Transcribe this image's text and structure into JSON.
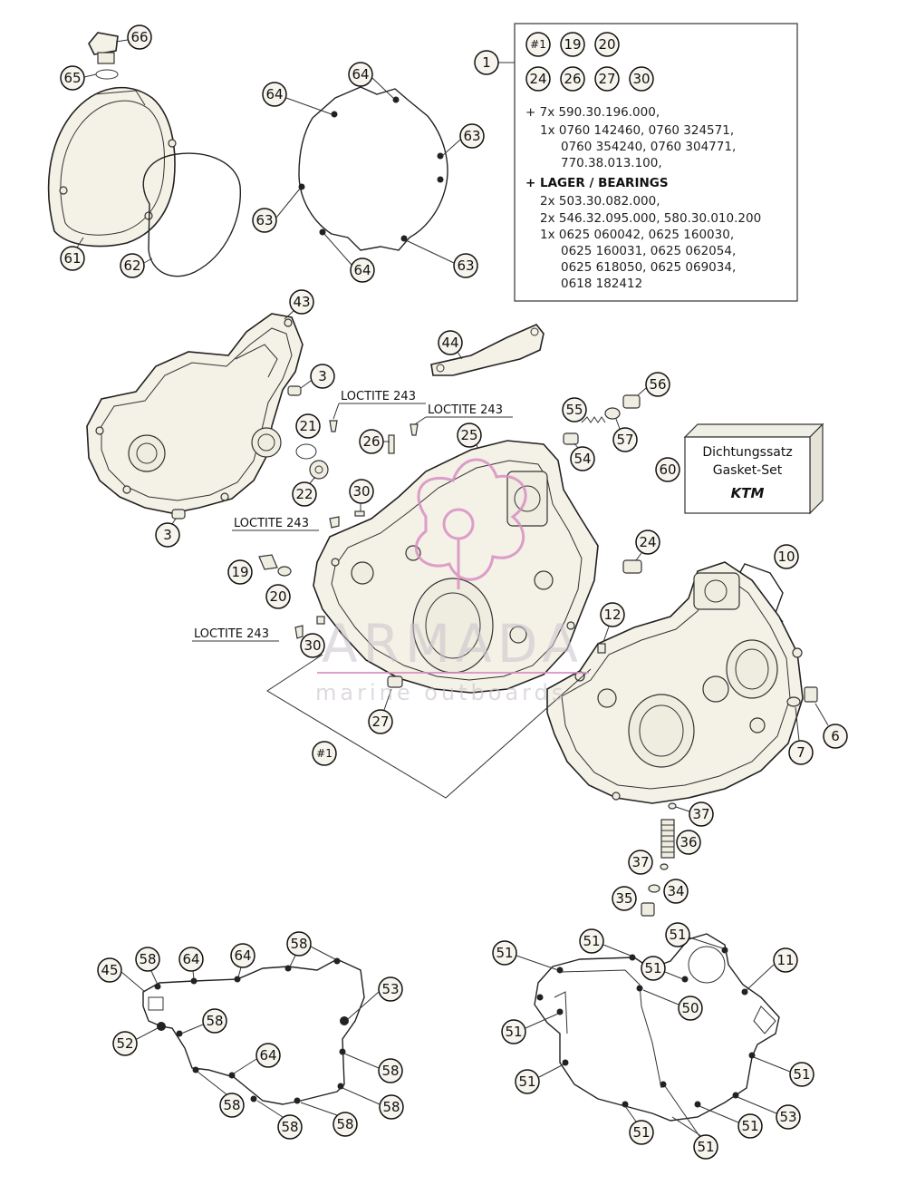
{
  "info_box": {
    "ref_label": "1",
    "kit_row1": [
      "#1",
      "19",
      "20"
    ],
    "kit_row2": [
      "24",
      "26",
      "27",
      "30"
    ],
    "lines": [
      "+ 7x 590.30.196.000,",
      "1x 0760 142460, 0760 324571,",
      "0760 354240, 0760 304771,",
      "770.38.013.100,",
      "+ LAGER / BEARINGS",
      "2x 503.30.082.000,",
      "2x 546.32.095.000, 580.30.010.200",
      "1x 0625 060042, 0625 160030,",
      "0625 160031, 0625 062054,",
      "0625 618050, 0625 069034,",
      "0618 182412"
    ]
  },
  "gasket_set_box": {
    "ref_label": "60",
    "line1": "Dichtungssatz",
    "line2": "Gasket-Set",
    "brand": "KTM"
  },
  "loctite": {
    "label1": "LOCTITE 243",
    "label2": "LOCTITE 243",
    "label3": "LOCTITE 243",
    "label4": "LOCTITE 243"
  },
  "watermark": {
    "brand": "ARMADA",
    "tagline": "marine outboards"
  },
  "callouts": {
    "c66": "66",
    "c65": "65",
    "c61": "61",
    "c62": "62",
    "c64a": "64",
    "c64b": "64",
    "c63a": "63",
    "c63b": "63",
    "c63c": "63",
    "c64c": "64",
    "c43": "43",
    "c3a": "3",
    "c21": "21",
    "c22": "22",
    "c3b": "3",
    "c44": "44",
    "c55": "55",
    "c56": "56",
    "c57": "57",
    "c54": "54",
    "c26": "26",
    "c25": "25",
    "c30a": "30",
    "c19": "19",
    "c20": "20",
    "c30b": "30",
    "c24": "24",
    "c10": "10",
    "c12": "12",
    "c27": "27",
    "cHash1": "#1",
    "c6": "6",
    "c7": "7",
    "c37a": "37",
    "c36": "36",
    "c37b": "37",
    "c34": "34",
    "c35": "35",
    "c45": "45",
    "c58a": "58",
    "c64d": "64",
    "c64e": "64",
    "c58b": "58",
    "c53a": "53",
    "c52": "52",
    "c58c": "58",
    "c64f": "64",
    "c58d": "58",
    "c58e": "58",
    "c58f": "58",
    "c58g": "58",
    "c58h": "58",
    "c51a": "51",
    "c51b": "51",
    "c51c": "51",
    "c11": "11",
    "c51d": "51",
    "c50": "50",
    "c51e": "51",
    "c51f": "51",
    "c51g": "51",
    "c53b": "53",
    "c51h": "51",
    "c51i": "51",
    "c51j": "51"
  }
}
